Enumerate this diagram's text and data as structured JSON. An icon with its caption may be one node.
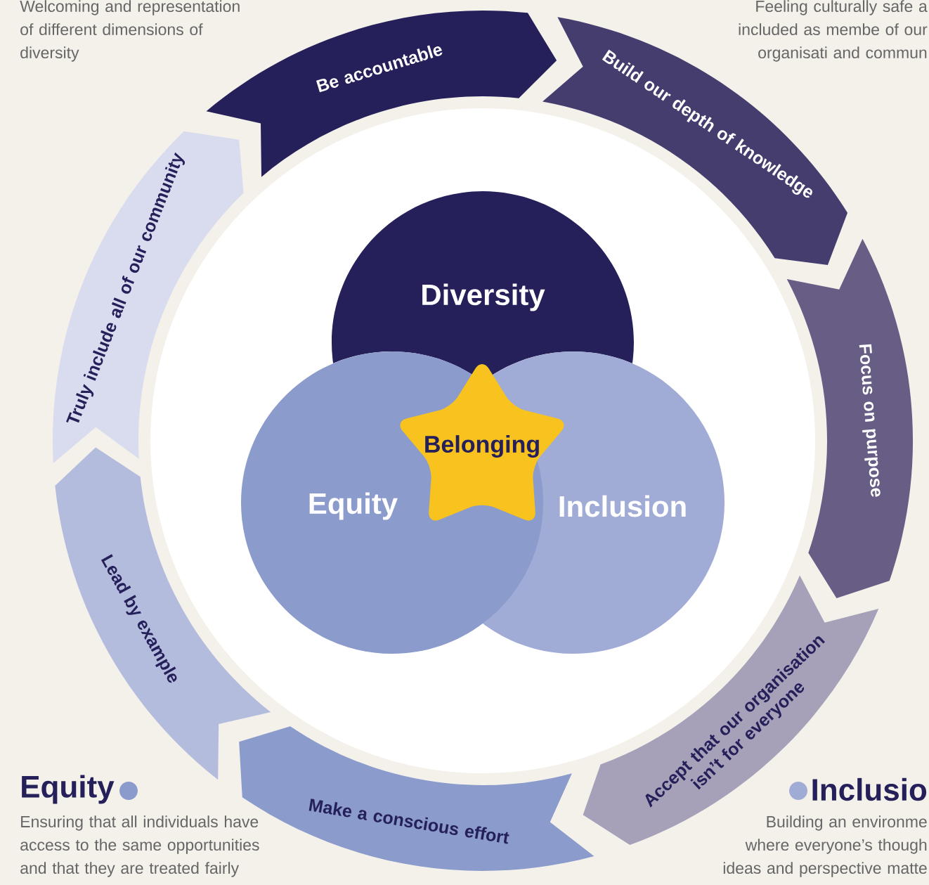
{
  "diagram": {
    "nodes": [
      {
        "text": [
          "Diversity"
        ]
      },
      {
        "text": [
          "Equity"
        ]
      },
      {
        "text": [
          "Inclusion"
        ]
      },
      {
        "text": [
          "Belonging"
        ]
      },
      {
        "text": [
          "Be accountable"
        ]
      },
      {
        "text": [
          "Build our depth of knowledge"
        ]
      },
      {
        "text": [
          "Focus on purpose"
        ]
      },
      {
        "text": [
          "Accept that our organisation isn’t for everyone"
        ]
      },
      {
        "text": [
          "Make a conscious effort"
        ]
      },
      {
        "text": [
          "Lead by example"
        ]
      },
      {
        "text": [
          "Truly include all of our community"
        ]
      }
    ],
    "labels": [
      "Welcoming and representation of different dimensions of diversity",
      "Feeling culturally safe a included as membe of our organisati and commun",
      "Ensuring that all individuals have access to the same opportunities and that they are treated fairly",
      "Building an environme where everyone’s though ideas and perspective matte"
    ],
    "legend": [
      {
        "text": "Equity",
        "color": "#8a9bcc"
      },
      {
        "text": "Inclusio",
        "color": "#a1acd6"
      }
    ]
  }
}
